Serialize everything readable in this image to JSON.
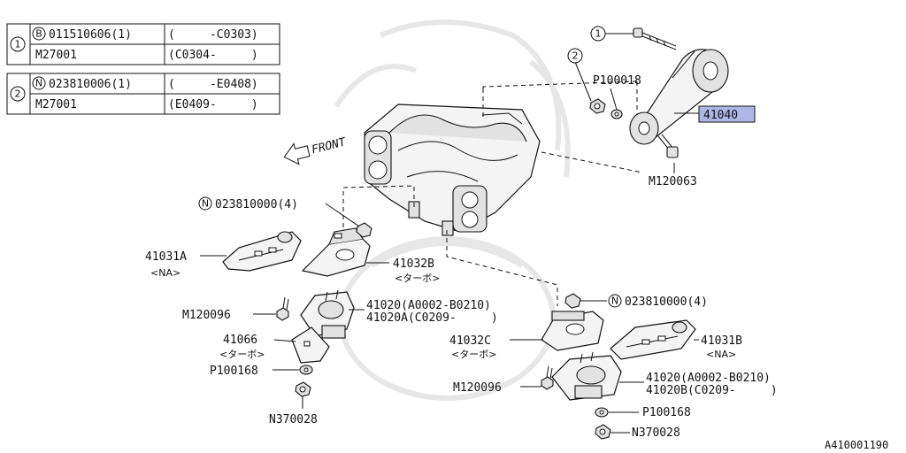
{
  "legend": [
    {
      "ref": "1",
      "row1": {
        "mark": "B",
        "part": "011510606(1)",
        "range": "(     -C0303)"
      },
      "row2": {
        "part": "M27001",
        "range": "(C0304-     )"
      }
    },
    {
      "ref": "2",
      "row1": {
        "mark": "N",
        "part": "023810006(1)",
        "range": "(     -E0408)"
      },
      "row2": {
        "part": "M27001",
        "range": "(E0409-     )"
      }
    }
  ],
  "front_label": "FRONT",
  "labels": {
    "ref1": "1",
    "ref2": "2",
    "p100018_top": "P100018",
    "p41040": "41040",
    "m120063": "M120063",
    "n_mark_a": "N",
    "nut_left": "023810000(4)",
    "n_mark_b": "N",
    "nut_right": "023810000(4)",
    "p41031a": "41031A",
    "na_a": "<NA>",
    "p41032b": "41032B",
    "turbo_b": "<ターボ>",
    "m120096_left": "M120096",
    "p41020_l1": "41020(A0002-B0210)",
    "p41020_l2": "41020A(C0209-     )",
    "p41066": "41066",
    "turbo_66": "<ターボ>",
    "p100168_left": "P100168",
    "n370028_left": "N370028",
    "p41032c": "41032C",
    "turbo_c": "<ターボ>",
    "p41031b": "41031B",
    "na_b": "<NA>",
    "m120096_right": "M120096",
    "p41020_r1": "41020(A0002-B0210)",
    "p41020_r2": "41020B(C0209-     )",
    "p100168_right": "P100168",
    "n370028_right": "N370028",
    "figure_code": "A410001190"
  },
  "colors": {
    "highlight": "#aeb6e6",
    "line": "#111111"
  }
}
